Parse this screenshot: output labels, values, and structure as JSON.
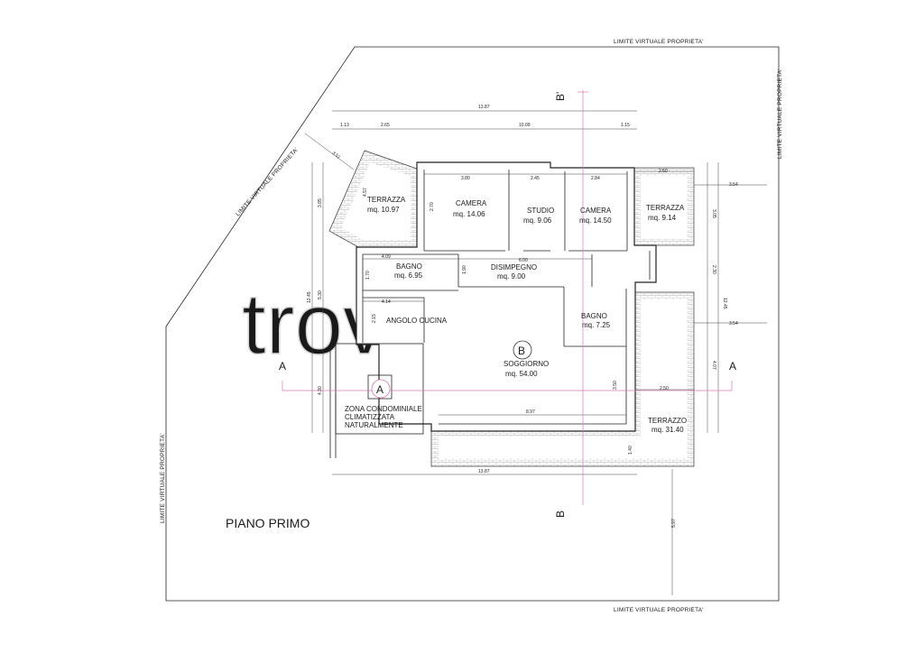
{
  "title": "PIANO PRIMO",
  "property_limit": "LIMITE VIRTUALE PROPRIETA'",
  "watermark": "trovacasa",
  "section_marks": {
    "a": "A",
    "b": "B",
    "b_prime": "B'",
    "circle_a": "A",
    "circle_b": "B"
  },
  "rooms": {
    "terrazza_nw": {
      "name": "TERRAZZA",
      "area": "mq. 10.97"
    },
    "camera_1": {
      "name": "CAMERA",
      "area": "mq. 14.06"
    },
    "studio": {
      "name": "STUDIO",
      "area": "mq. 9.06"
    },
    "camera_2": {
      "name": "CAMERA",
      "area": "mq. 14.50"
    },
    "terrazza_ne": {
      "name": "TERRAZZA",
      "area": "mq. 9.14"
    },
    "bagno_1": {
      "name": "BAGNO",
      "area": "mq. 6.95"
    },
    "disimpegno": {
      "name": "DISIMPEGNO",
      "area": "mq. 9.00"
    },
    "bagno_2": {
      "name": "BAGNO",
      "area": "mq. 7.25"
    },
    "angolo_cucina": {
      "name": "ANGOLO CUCINA"
    },
    "soggiorno": {
      "name": "SOGGIORNO",
      "area": "mq. 54.00"
    },
    "terrazzo": {
      "name": "TERRAZZO",
      "area": "mq. 31.40"
    },
    "zona_condominiale": {
      "line1": "ZONA CONDOMINIALE",
      "line2": "CLIMATIZZATA",
      "line3": "NATURALMENTE"
    }
  },
  "dimensions": {
    "top_total": "13.87",
    "top_1": "1.13",
    "top_2": "2.65",
    "top_3": "10.09",
    "top_4": "1.15",
    "camera1_w": "3.80",
    "studio_w": "2.45",
    "camera2_w": "2.84",
    "terrace_ne_w": "2.50",
    "disimpegno_w": "6.00",
    "bagno1_w": "4.09",
    "cucina_w": "4.14",
    "soggiorno_w": "8.97",
    "terrazzo_w": "2.50",
    "bottom_total": "13.87",
    "left_1": "3.85",
    "left_2": "5.30",
    "left_3": "4.30",
    "left_total": "12.45",
    "right_1": "3.54",
    "right_2": "3.54",
    "right_total": "12.45",
    "right_a": "3.05",
    "right_b": "2.30",
    "right_c": "4.07",
    "diag_1": "3.51",
    "diag_2": "4.57",
    "inner_1": "1.70",
    "inner_2": "2.15",
    "inner_3": "3.50",
    "inner_4": "1.40",
    "inner_5": "2.70",
    "inner_6": "1.90",
    "bottom_right": "5.97"
  }
}
